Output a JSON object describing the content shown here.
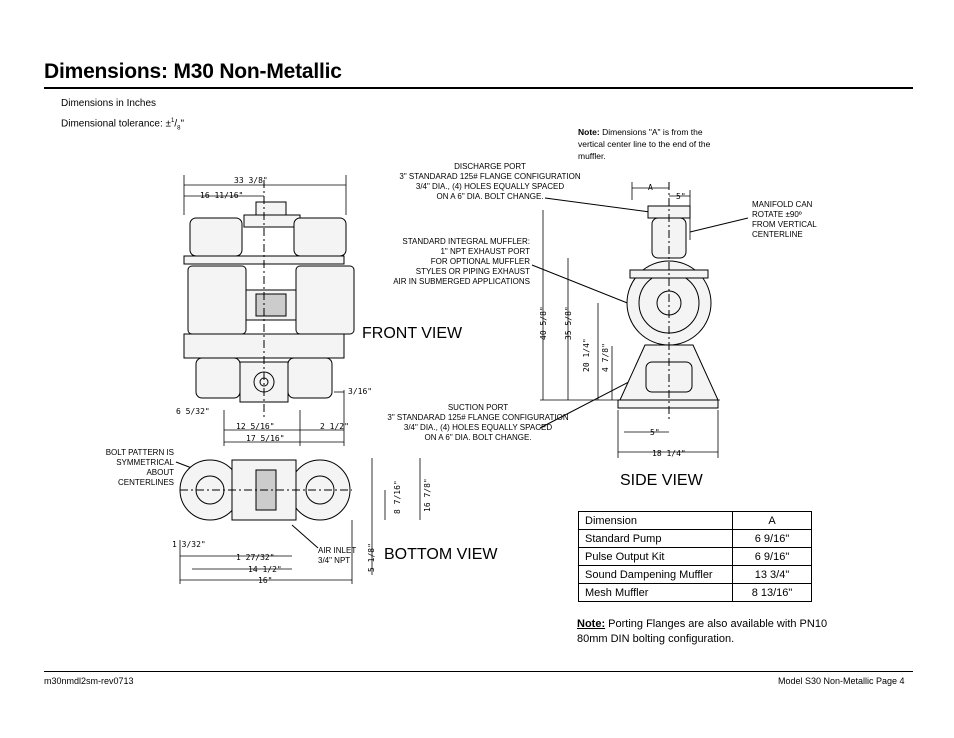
{
  "title": "Dimensions: M30 Non-Metallic",
  "units_note": "Dimensions in Inches",
  "tolerance_prefix": "Dimensional tolerance: ±",
  "tolerance_num": "1",
  "tolerance_den": "8",
  "tolerance_suffix": "\"",
  "note_a_label": "Note:",
  "note_a_text": " Dimensions \"A\" is from the vertical center line to the end of the muffler.",
  "callouts": {
    "discharge": [
      "DISCHARGE PORT",
      "3\" STANDARAD 125# FLANGE CONFIGURATION",
      "3/4\" DIA., (4) HOLES EQUALLY SPACED",
      "ON A 6\" DIA. BOLT CHANGE."
    ],
    "muffler": [
      "STANDARD INTEGRAL MUFFLER:",
      "1\" NPT EXHAUST PORT",
      "FOR OPTIONAL MUFFLER",
      "STYLES OR PIPING EXHAUST",
      "AIR IN SUBMERGED APPLICATIONS"
    ],
    "suction": [
      "SUCTION PORT",
      "3\" STANDARAD 125# FLANGE CONFIGURATION",
      "3/4\" DIA., (4) HOLES EQUALLY SPACED",
      "ON A 6\" DIA. BOLT CHANGE."
    ],
    "manifold": [
      "MANIFOLD CAN",
      "ROTATE ±90º",
      "FROM VERTICAL",
      "CENTERLINE"
    ],
    "bolt": [
      "BOLT PATTERN IS",
      "SYMMETRICAL ABOUT",
      "CENTERLINES"
    ],
    "air": [
      "AIR INLET",
      "3/4\" NPT"
    ]
  },
  "views": {
    "front": "FRONT VIEW",
    "side": "SIDE VIEW",
    "bottom": "BOTTOM VIEW"
  },
  "dims": {
    "front_w": "33 3/8\"",
    "front_half": "16 11/16\"",
    "d_3_16": "3/16\"",
    "d_6_5_32": "6 5/32\"",
    "d_12_5_16": "12 5/16\"",
    "d_2_1_2": "2 1/2\"",
    "d_17_5_16": "17 5/16\"",
    "side_a": "A",
    "side_5a": "5\"",
    "side_h1": "40 5/8\"",
    "side_h2": "35 5/8\"",
    "side_h3": "20 1/4\"",
    "side_h4": "4 7/8\"",
    "side_5b": "5\"",
    "side_w": "18 1/4\"",
    "bot_1_3_32": "1 3/32\"",
    "bot_1_27_32": "1 27/32\"",
    "bot_14_1_2": "14 1/2\"",
    "bot_16": "16\"",
    "bot_8_7_16": "8 7/16\"",
    "bot_16_7_8": "16 7/8\"",
    "bot_5_1_8": "5 1/8\""
  },
  "table": {
    "header": [
      "Dimension",
      "A"
    ],
    "rows": [
      [
        "Standard Pump",
        "6  9/16\""
      ],
      [
        "Pulse Output Kit",
        "6  9/16\""
      ],
      [
        "Sound Dampening Muffler",
        "13 3/4\""
      ],
      [
        "Mesh Muffler",
        "8 13/16\""
      ]
    ]
  },
  "note_b_label": "Note:",
  "note_b_text": " Porting Flanges are also available with PN10 80mm DIN bolting configuration.",
  "footer_left": "m30nmdl2sm-rev0713",
  "footer_right": "Model S30 Non-Metallic Page 4"
}
